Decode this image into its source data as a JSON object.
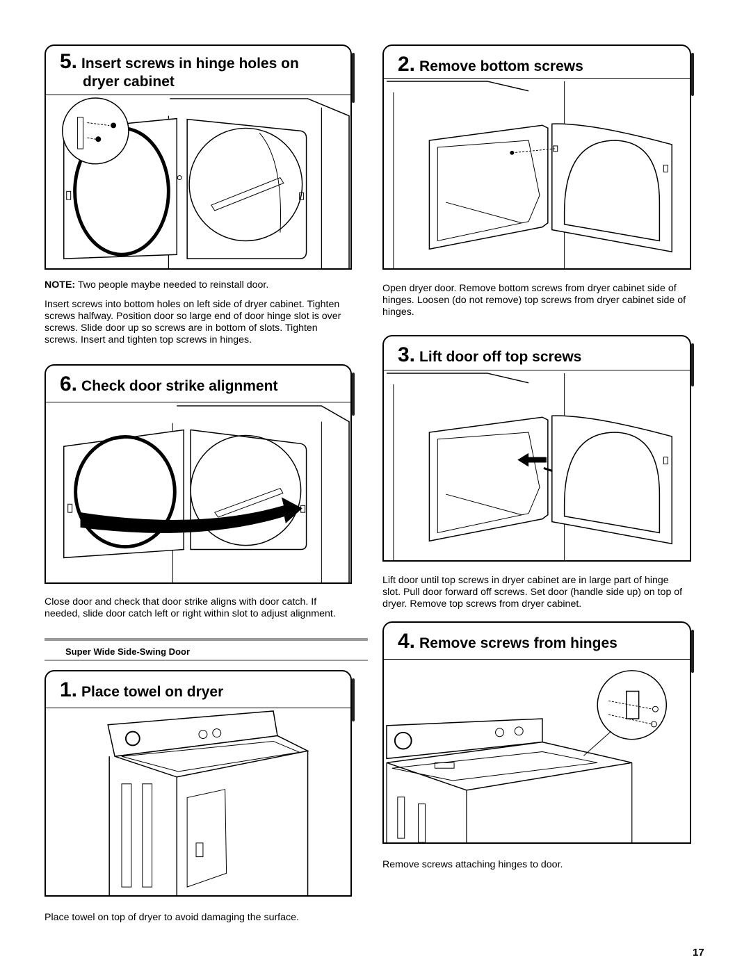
{
  "step5": {
    "number": "5.",
    "title_line1": "Insert screws in hinge holes on",
    "title_line2": "dryer cabinet",
    "note_label": "NOTE:",
    "note_text": " Two people maybe needed to reinstall door.",
    "body": "Insert screws into bottom holes on left side of dryer cabinet. Tighten screws halfway. Position door so large end of door hinge slot is over screws. Slide door up so screws are in bottom of slots. Tighten screws. Insert and tighten top screws in hinges."
  },
  "step6": {
    "number": "6.",
    "title": "Check door strike alignment",
    "body": "Close door and check that door strike aligns with door catch. If needed, slide door catch left or right within slot to adjust alignment."
  },
  "section": {
    "label": "Super Wide Side-Swing Door"
  },
  "step1": {
    "number": "1.",
    "title": "Place towel on dryer",
    "body": "Place towel on top of dryer to avoid damaging the surface."
  },
  "step2": {
    "number": "2.",
    "title": "Remove bottom screws",
    "body": "Open dryer door. Remove bottom screws from dryer cabinet side of hinges. Loosen (do not remove) top screws from dryer cabinet side of hinges."
  },
  "step3": {
    "number": "3.",
    "title": "Lift door off top screws",
    "body": "Lift door until top screws in dryer cabinet are in large part of hinge slot. Pull door forward off screws. Set door (handle side up) on top of dryer. Remove top screws from dryer cabinet."
  },
  "step4": {
    "number": "4.",
    "title": "Remove screws from hinges",
    "body": "Remove screws attaching hinges to door."
  },
  "page": {
    "number": "17"
  }
}
